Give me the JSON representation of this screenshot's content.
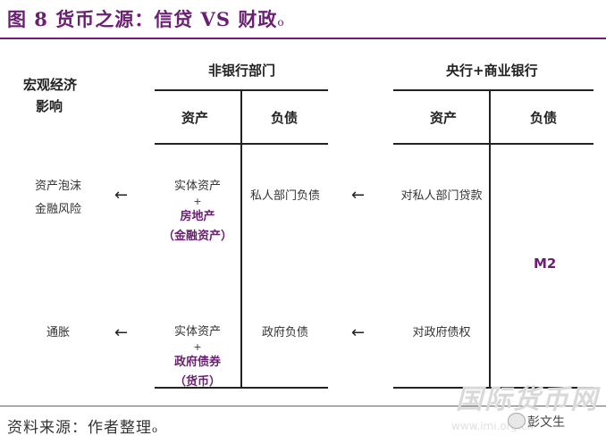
{
  "title": "图 8 货币之源：信贷 VS 财政",
  "title_mark": "o",
  "macro_header_line1": "宏观经济",
  "macro_header_line2": "影响",
  "nonbank": {
    "title": "非银行部门",
    "asset_header": "资产",
    "liability_header": "负债",
    "row1_asset_line1": "实体资产",
    "row1_asset_plus": "+",
    "row1_asset_line2": "房地产",
    "row1_asset_line3": "（金融资产）",
    "row1_liability": "私人部门负债",
    "row2_asset_line1": "实体资产",
    "row2_asset_plus": "+",
    "row2_asset_line2": "政府债券",
    "row2_asset_line3": "（货币）",
    "row2_liability": "政府负债"
  },
  "bank": {
    "title": "央行+商业银行",
    "asset_header": "资产",
    "liability_header": "负债",
    "row1_asset": "对私人部门贷款",
    "row2_asset": "对政府债权",
    "liability_value": "M2"
  },
  "macro": {
    "row1_line1": "资产泡沫",
    "row1_line2": "金融风险",
    "row2": "通胀"
  },
  "arrow_glyph": "←",
  "source": "资料来源：作者整理",
  "source_mark": "o",
  "watermark": "国际货币网",
  "watermark_url": "www.imi.org.cn",
  "author": "彭文生"
}
